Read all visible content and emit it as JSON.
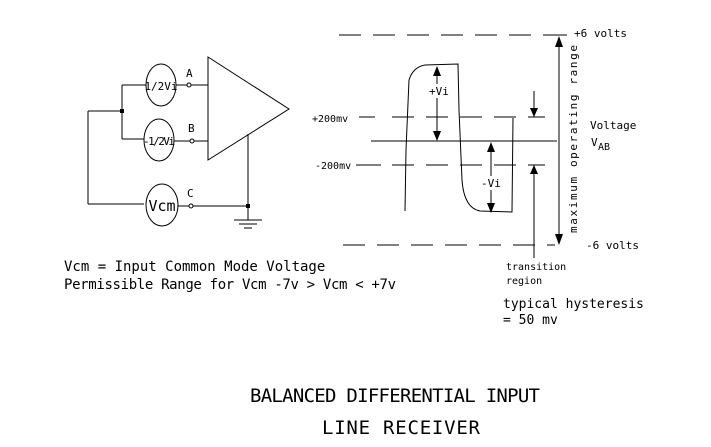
{
  "title": {
    "line1": "BALANCED DIFFERENTIAL INPUT",
    "line2": "LINE RECEIVER"
  },
  "circuit": {
    "sources": [
      {
        "label": "1/2Vi",
        "terminal": "A"
      },
      {
        "label": "-1/2Vi",
        "terminal": "B"
      },
      {
        "label": "Vcm",
        "terminal": "C"
      }
    ],
    "components": [
      "differential-amplifier",
      "ground"
    ]
  },
  "notes": {
    "line1": "Vcm = Input Common Mode Voltage",
    "line2": "Permissible Range for Vcm -7v > Vcm < +7v"
  },
  "waveform": {
    "levels": {
      "pos_threshold": "+200mv",
      "neg_threshold": "-200mv",
      "top": "+6 volts",
      "bottom": "-6 volts"
    },
    "pos_vi_label": "+Vi",
    "neg_vi_label": "-Vi",
    "axis_label_line1": "Voltage",
    "axis_label_line2": "V",
    "axis_label_sub": "AB",
    "range_label": "maximum operating range",
    "transition_line1": "transition",
    "transition_line2": "region",
    "hysteresis_line1": "typical hysteresis",
    "hysteresis_line2": "= 50 mv"
  }
}
